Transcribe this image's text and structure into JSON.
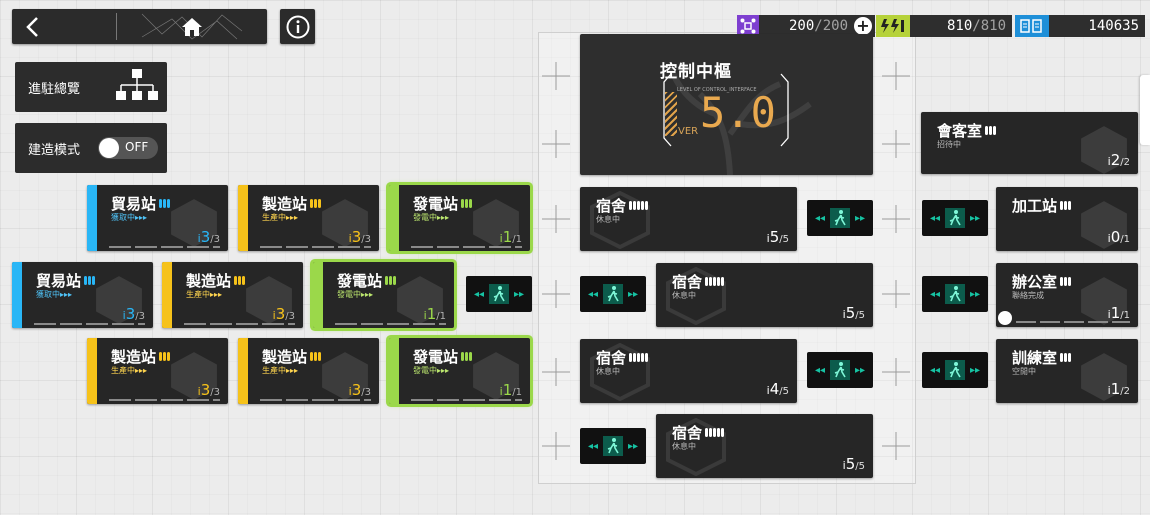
{
  "header": {
    "home_label": "home",
    "drones": {
      "current": "200",
      "max": "/200"
    },
    "power": {
      "current": "810",
      "max": "/810"
    },
    "lmd": "140635"
  },
  "left_panel": {
    "overview_label": "進駐總覽",
    "build_mode_label": "建造模式",
    "toggle_state": "OFF"
  },
  "control_center": {
    "title": "控制中樞",
    "subtitle": "LEVEL OF CONTROL_INTERFACE",
    "ver_label": "VER",
    "level": "5.0"
  },
  "colors": {
    "trade": "#29b6f6",
    "manufacture": "#f6c21a",
    "power": "#9bd84a",
    "accent": "#ffffff"
  },
  "left_rooms": [
    {
      "id": "trade-1",
      "name": "貿易站",
      "status": "獲取中▸▸▸",
      "occ": "3",
      "max": "/3",
      "type": "trade"
    },
    {
      "id": "mfg-1",
      "name": "製造站",
      "status": "生產中▸▸▸",
      "occ": "3",
      "max": "/3",
      "type": "manufacture"
    },
    {
      "id": "power-1",
      "name": "發電站",
      "status": "發電中▸▸▸",
      "occ": "1",
      "max": "/1",
      "type": "power"
    },
    {
      "id": "trade-2",
      "name": "貿易站",
      "status": "獲取中▸▸▸",
      "occ": "3",
      "max": "/3",
      "type": "trade"
    },
    {
      "id": "mfg-2",
      "name": "製造站",
      "status": "生產中▸▸▸",
      "occ": "3",
      "max": "/3",
      "type": "manufacture"
    },
    {
      "id": "power-2",
      "name": "發電站",
      "status": "發電中▸▸▸",
      "occ": "1",
      "max": "/1",
      "type": "power"
    },
    {
      "id": "mfg-3",
      "name": "製造站",
      "status": "生產中▸▸▸",
      "occ": "3",
      "max": "/3",
      "type": "manufacture"
    },
    {
      "id": "mfg-4",
      "name": "製造站",
      "status": "生產中▸▸▸",
      "occ": "3",
      "max": "/3",
      "type": "manufacture"
    },
    {
      "id": "power-3",
      "name": "發電站",
      "status": "發電中▸▸▸",
      "occ": "1",
      "max": "/1",
      "type": "power"
    }
  ],
  "dorms": [
    {
      "name": "宿舍",
      "status": "休息中",
      "occ": "5",
      "max": "/5"
    },
    {
      "name": "宿舍",
      "status": "休息中",
      "occ": "5",
      "max": "/5"
    },
    {
      "name": "宿舍",
      "status": "休息中",
      "occ": "4",
      "max": "/5"
    },
    {
      "name": "宿舍",
      "status": "休息中",
      "occ": "5",
      "max": "/5"
    }
  ],
  "right_rooms": [
    {
      "name": "會客室",
      "status": "招待中",
      "occ": "2",
      "max": "/2"
    },
    {
      "name": "加工站",
      "status": "",
      "occ": "0",
      "max": "/1"
    },
    {
      "name": "辦公室",
      "status": "聯絡完成",
      "occ": "1",
      "max": "/1"
    },
    {
      "name": "訓練室",
      "status": "空閒中",
      "occ": "1",
      "max": "/2"
    }
  ]
}
